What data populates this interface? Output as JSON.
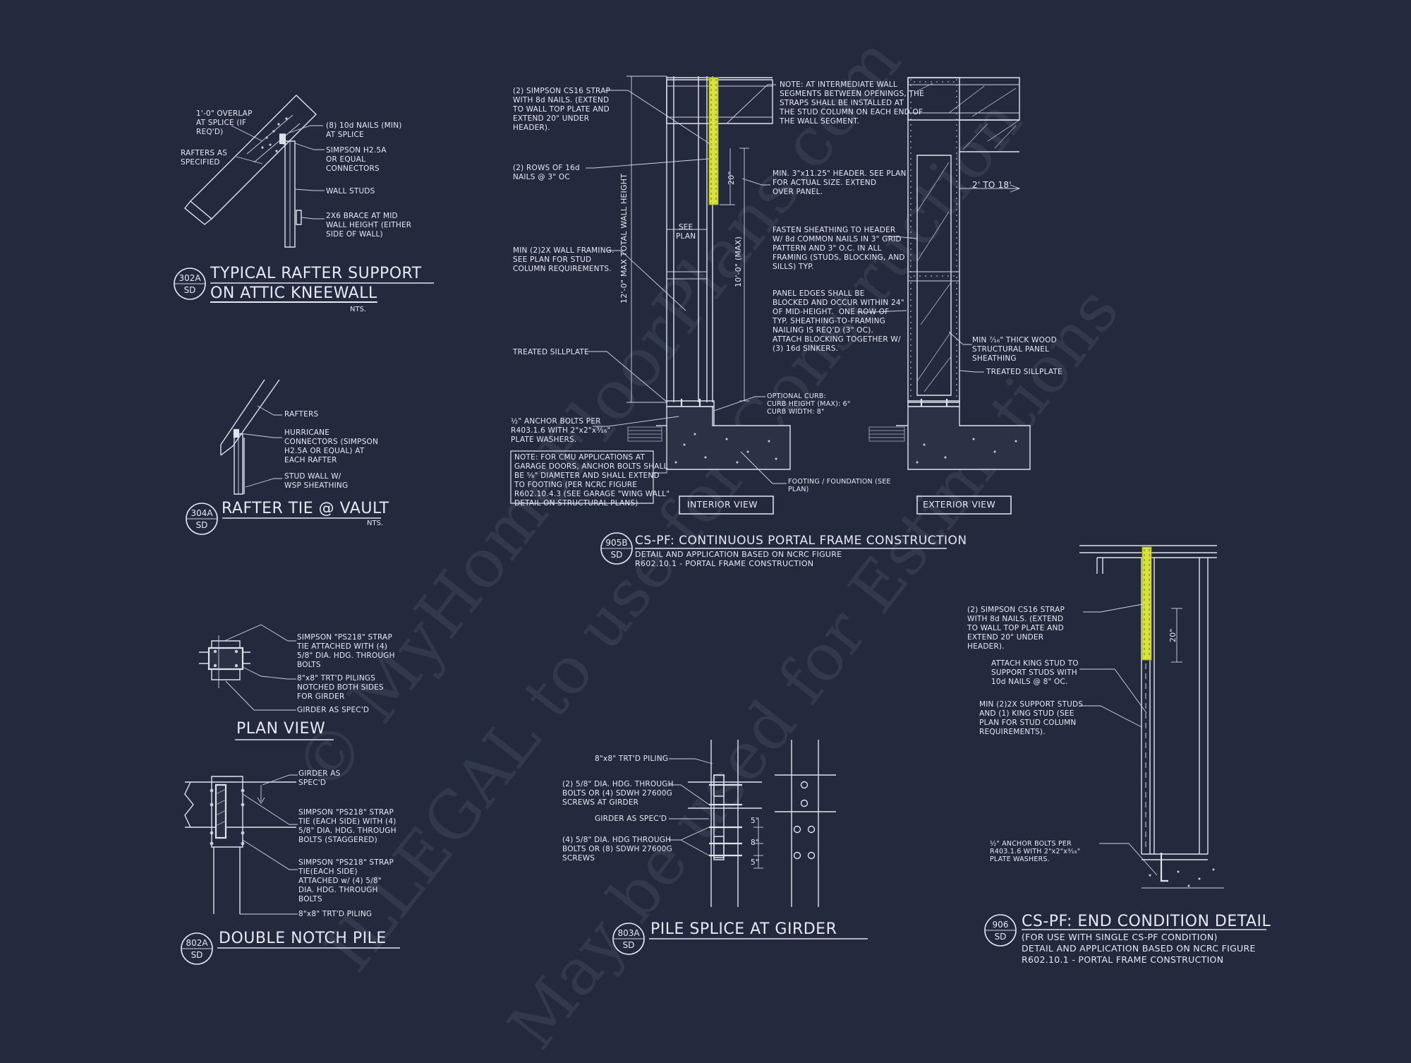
{
  "watermark": {
    "line1": "© MyHomeFloorPlans.com",
    "line2": "ILLEGAL to use for Construction",
    "line3": "May be used for Estimations"
  },
  "details": {
    "d302": {
      "num": "302A",
      "sheet": "SD",
      "title_line1": "TYPICAL RAFTER SUPPORT",
      "title_line2": "ON ATTIC KNEEWALL",
      "scale": "NTS.",
      "notes": {
        "overlap": "1'-0\" OVERLAP\nAT SPLICE (IF\nREQ'D)",
        "nails": "(8) 10d NAILS (MIN)\nAT SPLICE",
        "rafters": "RAFTERS AS\nSPECIFIED",
        "connectors": "SIMPSON H2.5A\nOR EQUAL\nCONNECTORS",
        "studs": "WALL STUDS",
        "brace": "2X6 BRACE AT MID\nWALL HEIGHT (EITHER\nSIDE OF WALL)"
      }
    },
    "d304": {
      "num": "304A",
      "sheet": "SD",
      "title": "RAFTER TIE @ VAULT",
      "scale": "NTS.",
      "notes": {
        "rafters": "RAFTERS",
        "hurricane": "HURRICANE\nCONNECTORS (SIMPSON\nH2.5A OR EQUAL) AT\nEACH RAFTER",
        "stud": "STUD WALL W/\nWSP SHEATHING"
      }
    },
    "d905": {
      "num": "905B",
      "sheet": "SD",
      "title": "CS-PF: CONTINUOUS PORTAL FRAME CONSTRUCTION",
      "sub": "DETAIL AND APPLICATION BASED ON NCRC FIGURE\nR602.10.1 - PORTAL FRAME CONSTRUCTION",
      "interior_label": "INTERIOR VIEW",
      "exterior_label": "EXTERIOR VIEW",
      "dims": {
        "total": "12'-0\" MAX TOTAL WALL HEIGHT",
        "wall": "10'-0\" (MAX)",
        "strap": "20\"",
        "see_plan": "SEE\nPLAN",
        "width": "2' TO 18'"
      },
      "notes": {
        "strap": "(2) SIMPSON CS16 STRAP\nWITH 8d NAILS. (EXTEND\nTO WALL TOP PLATE AND\nEXTEND 20\" UNDER\nHEADER).",
        "rows": "(2) ROWS OF 16d\nNAILS @ 3\" OC",
        "framing": "MIN (2)2X WALL FRAMING.\nSEE PLAN FOR STUD\nCOLUMN REQUIREMENTS.",
        "sill": "TREATED SILLPLATE",
        "anchor": "½\" ANCHOR BOLTS PER\nR403.1.6 WITH 2\"x2\"x³⁄₁₆\"\nPLATE WASHERS.",
        "cmu": "NOTE: FOR CMU APPLICATIONS AT\nGARAGE DOORS, ANCHOR BOLTS SHALL\nBE ⁵⁄₈\" DIAMETER AND SHALL EXTEND\nTO FOOTING (PER NCRC FIGURE\nR602.10.4.3 (SEE GARAGE \"WING WALL\"\nDETAIL ON STRUCTURAL PLANS)",
        "intermediate": "NOTE: AT INTERMEDIATE WALL\nSEGMENTS BETWEEN OPENINGS, THE\nSTRAPS SHALL BE INSTALLED AT\nTHE STUD COLUMN ON EACH END OF\nTHE WALL SEGMENT.",
        "header": "MIN. 3\"x11.25\" HEADER. SEE PLAN\nFOR ACTUAL SIZE. EXTEND\nOVER PANEL.",
        "fasten": "FASTEN SHEATHING TO HEADER\nW/ 8d COMMON NAILS IN 3\" GRID\nPATTERN AND 3\" O.C. IN ALL\nFRAMING (STUDS, BLOCKING, AND\nSILLS) TYP.",
        "panel": "PANEL EDGES SHALL BE\nBLOCKED AND OCCUR WITHIN 24\"\nOF MID-HEIGHT.  ONE ROW OF\nTYP. SHEATHING-TO-FRAMING\nNAILING IS REQ'D (3\" OC).\nATTACH BLOCKING TOGETHER W/\n(3) 16d SINKERS.",
        "curb": "OPTIONAL CURB:\nCURB HEIGHT (MAX): 6\"\nCURB WIDTH: 8\"",
        "footing": "FOOTING / FOUNDATION (SEE\nPLAN)",
        "wood": "MIN ⁷⁄₁₆\" THICK WOOD\nSTRUCTURAL PANEL\nSHEATHING",
        "sill_ext": "TREATED SILLPLATE"
      }
    },
    "plan_view": {
      "title": "PLAN VIEW",
      "notes": {
        "strap": "SIMPSON \"PS218\" STRAP\nTIE ATTACHED WITH (4)\n5/8\" DIA. HDG. THROUGH\nBOLTS",
        "piling": "8\"x8\" TRT'D PILINGS\nNOTCHED BOTH SIDES\nFOR GIRDER",
        "girder": "GIRDER AS SPEC'D"
      }
    },
    "d802": {
      "num": "802A",
      "sheet": "SD",
      "title": "DOUBLE NOTCH PILE",
      "notes": {
        "girder": "GIRDER AS\nSPEC'D",
        "strap1": "SIMPSON \"PS218\" STRAP\nTIE (EACH SIDE) WITH (4)\n5/8\" DIA. HDG. THROUGH\nBOLTS (STAGGERED)",
        "strap2": "SIMPSON \"PS218\" STRAP\nTIE(EACH SIDE)\nATTACHED w/ (4) 5/8\"\nDIA. HDG. THROUGH\nBOLTS",
        "piling": "8\"x8\" TRT'D PILING"
      }
    },
    "d803": {
      "num": "803A",
      "sheet": "SD",
      "title": "PILE SPLICE AT GIRDER",
      "dims": {
        "d1": "5\"",
        "d2": "8\"",
        "d3": "5\""
      },
      "notes": {
        "piling": "8\"x8\" TRT'D PILING",
        "bolts2": "(2) 5/8\" DIA. HDG. THROUGH\nBOLTS OR (4) SDWH 27600G\nSCREWS AT GIRDER",
        "girder": "GIRDER AS SPEC'D",
        "bolts4": "(4) 5/8\" DIA. HDG THROUGH\nBOLTS OR (8) SDWH 27600G\nSCREWS"
      }
    },
    "d906": {
      "num": "906",
      "sheet": "SD",
      "title": "CS-PF: END CONDITION DETAIL",
      "sub": "(FOR USE WITH SINGLE CS-PF CONDITION)\nDETAIL AND APPLICATION BASED ON NCRC FIGURE\nR602.10.1 - PORTAL FRAME CONSTRUCTION",
      "dims": {
        "strap": "20\""
      },
      "notes": {
        "strap": "(2) SIMPSON CS16 STRAP\nWITH 8d NAILS. (EXTEND\nTO WALL TOP PLATE AND\nEXTEND 20\" UNDER\nHEADER).",
        "king": "ATTACH KING STUD TO\nSUPPORT STUDS WITH\n10d NAILS @ 8\" OC.",
        "support": "MIN (2)2X SUPPORT STUDS\nAND (1) KING STUD (SEE\nPLAN FOR STUD COLUMN\nREQUIREMENTS).",
        "anchor": "½\" ANCHOR BOLTS PER\nR403.1.6 WITH 2\"x2\"x³⁄₁₆\"\nPLATE WASHERS."
      }
    }
  }
}
